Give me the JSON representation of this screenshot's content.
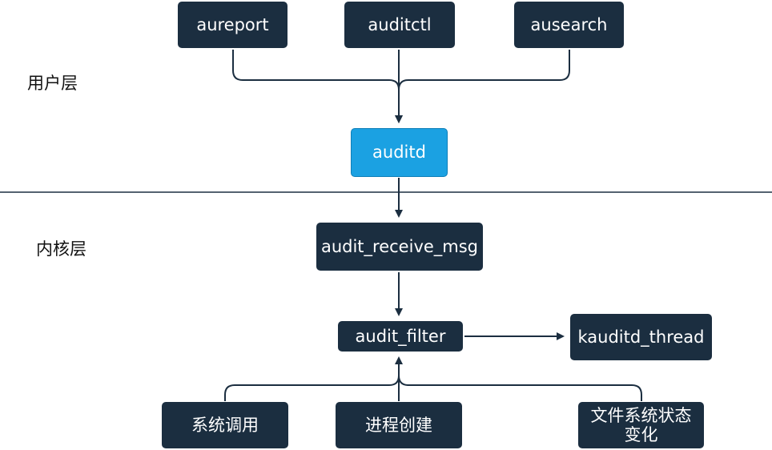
{
  "layers": {
    "user": "用户层",
    "kernel": "内核层"
  },
  "nodes": {
    "aureport": "aureport",
    "auditctl": "auditctl",
    "ausearch": "ausearch",
    "auditd": "auditd",
    "audit_receive_msg": "audit_receive_msg",
    "audit_filter": "audit_filter",
    "kauditd_thread": "kauditd_thread",
    "syscall": "系统调用",
    "process_create": "进程创建",
    "fs_change_line1": "文件系统状态",
    "fs_change_line2": "变化"
  },
  "colors": {
    "node_fill": "#1b2e40",
    "accent_fill": "#1ba1e2",
    "edge": "#1b2e40"
  }
}
